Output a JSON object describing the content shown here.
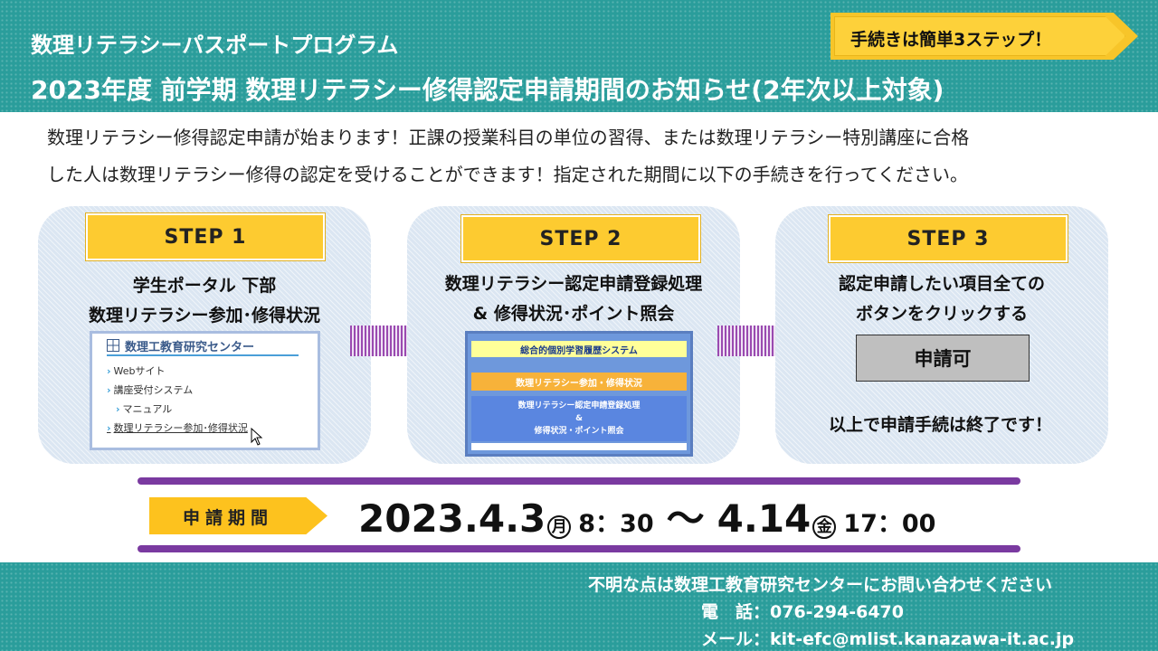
{
  "header": {
    "subtitle": "数理リテラシーパスポートプログラム",
    "title": "2023年度 前学期 数理リテラシー修得認定申請期間のお知らせ(2年次以上対象)",
    "badge": "手続きは簡単3ステップ！"
  },
  "intro": {
    "line1": "数理リテラシー修得認定申請が始まります！正課の授業科目の単位の習得、または数理リテラシー特別講座に合格",
    "line2": "した人は数理リテラシー修得の認定を受けることができます！指定された期間に以下の手続きを行ってください。"
  },
  "steps": [
    {
      "label": "STEP 1",
      "desc_line1": "学生ポータル 下部",
      "desc_line2": "数理リテラシー参加･修得状況",
      "mock": {
        "header": "数理工教育研究センター",
        "items": [
          "Webサイト",
          "講座受付システム",
          "マニュアル",
          "数理リテラシー参加･修得状況"
        ]
      }
    },
    {
      "label": "STEP 2",
      "desc_line1": "数理リテラシー認定申請登録処理",
      "desc_line2": "& 修得状況･ポイント照会",
      "mock": {
        "bar1": "総合的個別学習履歴システム",
        "bar2": "数理リテラシー参加・修得状況",
        "bar3_line1": "数理リテラシー認定申請登録処理",
        "bar3_line2": "&",
        "bar3_line3": "修得状況・ポイント照会"
      }
    },
    {
      "label": "STEP 3",
      "desc_line1": "認定申請したい項目全ての",
      "desc_line2": "ボタンをクリックする",
      "button": "申請可",
      "done": "以上で申請手続は終了です！"
    }
  ],
  "period": {
    "label": "申請期間",
    "start_date": "2023.4.3",
    "start_day": "月",
    "start_time": "8：30",
    "tilde": "〜",
    "end_date": "4.14",
    "end_day": "金",
    "end_time": "17：00"
  },
  "footer": {
    "contact": "不明な点は数理工教育研究センターにお問い合わせください",
    "phone": "電　話：076-294-6470",
    "email": "メール：kit-efc@mlist.kanazawa-it.ac.jp"
  },
  "colors": {
    "teal": "#2a9d9b",
    "yellow": "#fdcb30",
    "purple": "#7a3aa0",
    "card": "#dbe6f2"
  }
}
